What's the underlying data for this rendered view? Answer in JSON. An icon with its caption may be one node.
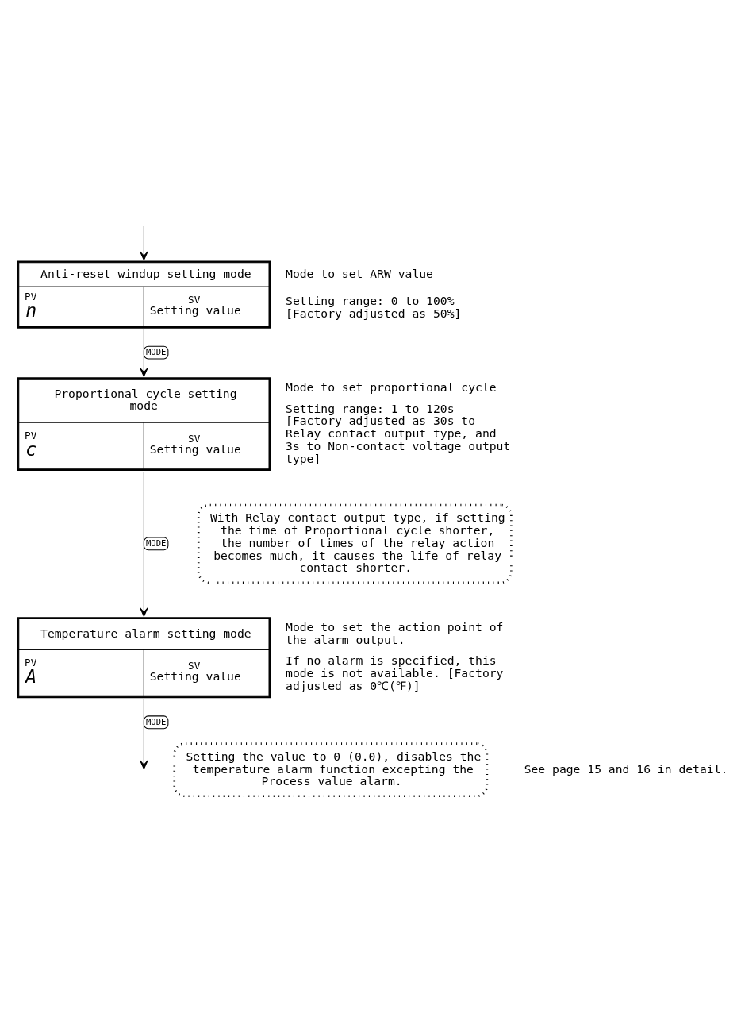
{
  "diagram": {
    "nodes": [
      {
        "text": [
          "Anti-reset windup setting mode",
          "PV",
          "n",
          "SV",
          "Setting value"
        ],
        "beside": [
          "Mode to set ARW value",
          "Setting range: 0 to 100% [Factory adjusted as 50%]"
        ]
      },
      {
        "text": [
          "Proportional cycle setting mode",
          "PV",
          "c",
          "SV",
          "Setting value"
        ],
        "beside": [
          "Mode to set proportional cycle",
          "Setting range: 1 to 120s [Factory adjusted as 30s to Relay contact output type, and 3s to Non-contact voltage output type]"
        ]
      },
      {
        "text": [
          "With Relay contact output type, if setting the time of Proportional cycle shorter, the number of times of the relay action becomes much, it causes the life of relay contact shorter."
        ]
      },
      {
        "text": [
          "Temperature alarm setting mode",
          "PV",
          "A",
          "SV",
          "Setting value"
        ],
        "beside": [
          "Mode to set the action point of the alarm output.",
          "If no alarm is specified, this mode is not available. [Factory adjusted as 0℃(℉)]"
        ]
      },
      {
        "text": [
          "Setting the value to 0 (0.0), disables the temperature alarm function excepting the Process value alarm."
        ]
      }
    ],
    "edges": [
      {
        "from": null,
        "to": 0,
        "arrow": "to"
      },
      {
        "from": 0,
        "to": 1,
        "arrow": "to",
        "label": "MODE"
      },
      {
        "from": 1,
        "to": 3,
        "arrow": "to",
        "label": "MODE"
      },
      {
        "from": 3,
        "to": null,
        "arrow": "to",
        "label": "MODE"
      }
    ],
    "labels": [
      "See page 15 and 16 in detail."
    ]
  }
}
